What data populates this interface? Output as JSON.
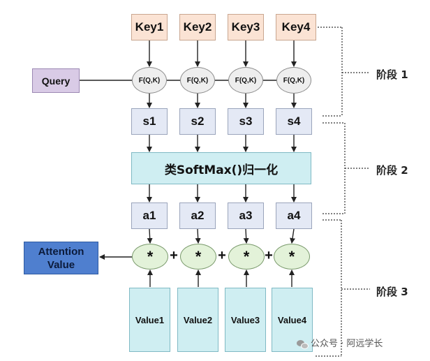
{
  "keys": [
    "Key1",
    "Key2",
    "Key3",
    "Key4"
  ],
  "query": "Query",
  "score_function": "F(Q,K)",
  "scores": [
    "s1",
    "s2",
    "s3",
    "s4"
  ],
  "softmax": "类SoftMax()归一化",
  "weights": [
    "a1",
    "a2",
    "a3",
    "a4"
  ],
  "multiply_symbol": "*",
  "plus_symbol": "+",
  "attention_value": [
    "Attention",
    "Value"
  ],
  "values": [
    "Value1",
    "Value2",
    "Value3",
    "Value4"
  ],
  "stages": [
    "阶段 1",
    "阶段 2",
    "阶段 3"
  ],
  "watermark": "公众号 · 阿远学长",
  "colors": {
    "key_fill": "#fbe3d4",
    "query_fill": "#d9cbe6",
    "score_fill": "#e4e9f5",
    "softmax_fill": "#cfeef2",
    "multiply_fill": "#e3f2d9",
    "attention_fill": "#4f7fcf"
  }
}
